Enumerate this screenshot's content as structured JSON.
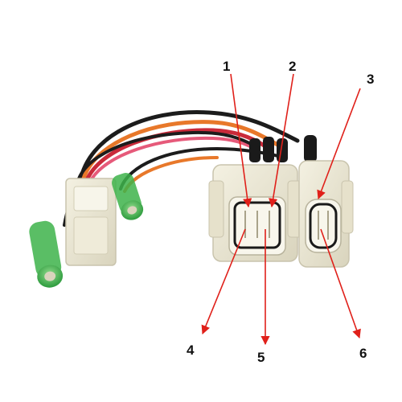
{
  "callouts": {
    "c1": "1",
    "c2": "2",
    "c3": "3",
    "c4": "4",
    "c5": "5",
    "c6": "6"
  },
  "colors": {
    "arrow": "#e0201a",
    "label": "#111111",
    "connector_body": "#ede9d6",
    "crimp_sleeve": "#3db34a",
    "wire_orange": "#e8782a",
    "wire_red": "#c92a3a",
    "wire_black": "#1c1c1c",
    "wire_pink": "#e65a7a"
  }
}
